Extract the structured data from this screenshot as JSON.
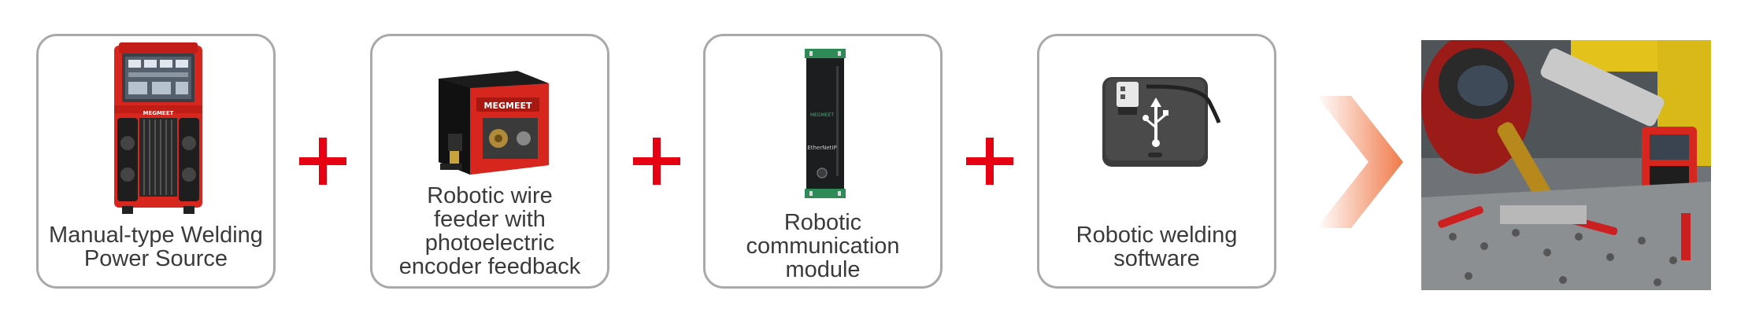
{
  "cards": [
    {
      "lines": [
        "Manual-type Welding",
        "Power Source"
      ],
      "icon": "welding-power-source-image",
      "brand": "MEGMEET"
    },
    {
      "lines": [
        "Robotic wire",
        "feeder with",
        "photoelectric",
        "encoder feedback"
      ],
      "icon": "wire-feeder-image",
      "brand": "MEGMEET"
    },
    {
      "lines": [
        "Robotic",
        "communication",
        "module"
      ],
      "icon": "communication-module-image",
      "brand": "MEGMEET",
      "module_text": "EtherNetIP"
    },
    {
      "lines": [
        "Robotic welding",
        "software"
      ],
      "icon": "usb-software-drive-image"
    }
  ],
  "plus_symbol_color": "#e60012",
  "arrow_color": "#f07a4a",
  "result_image": "robotic-welding-cell-photo"
}
